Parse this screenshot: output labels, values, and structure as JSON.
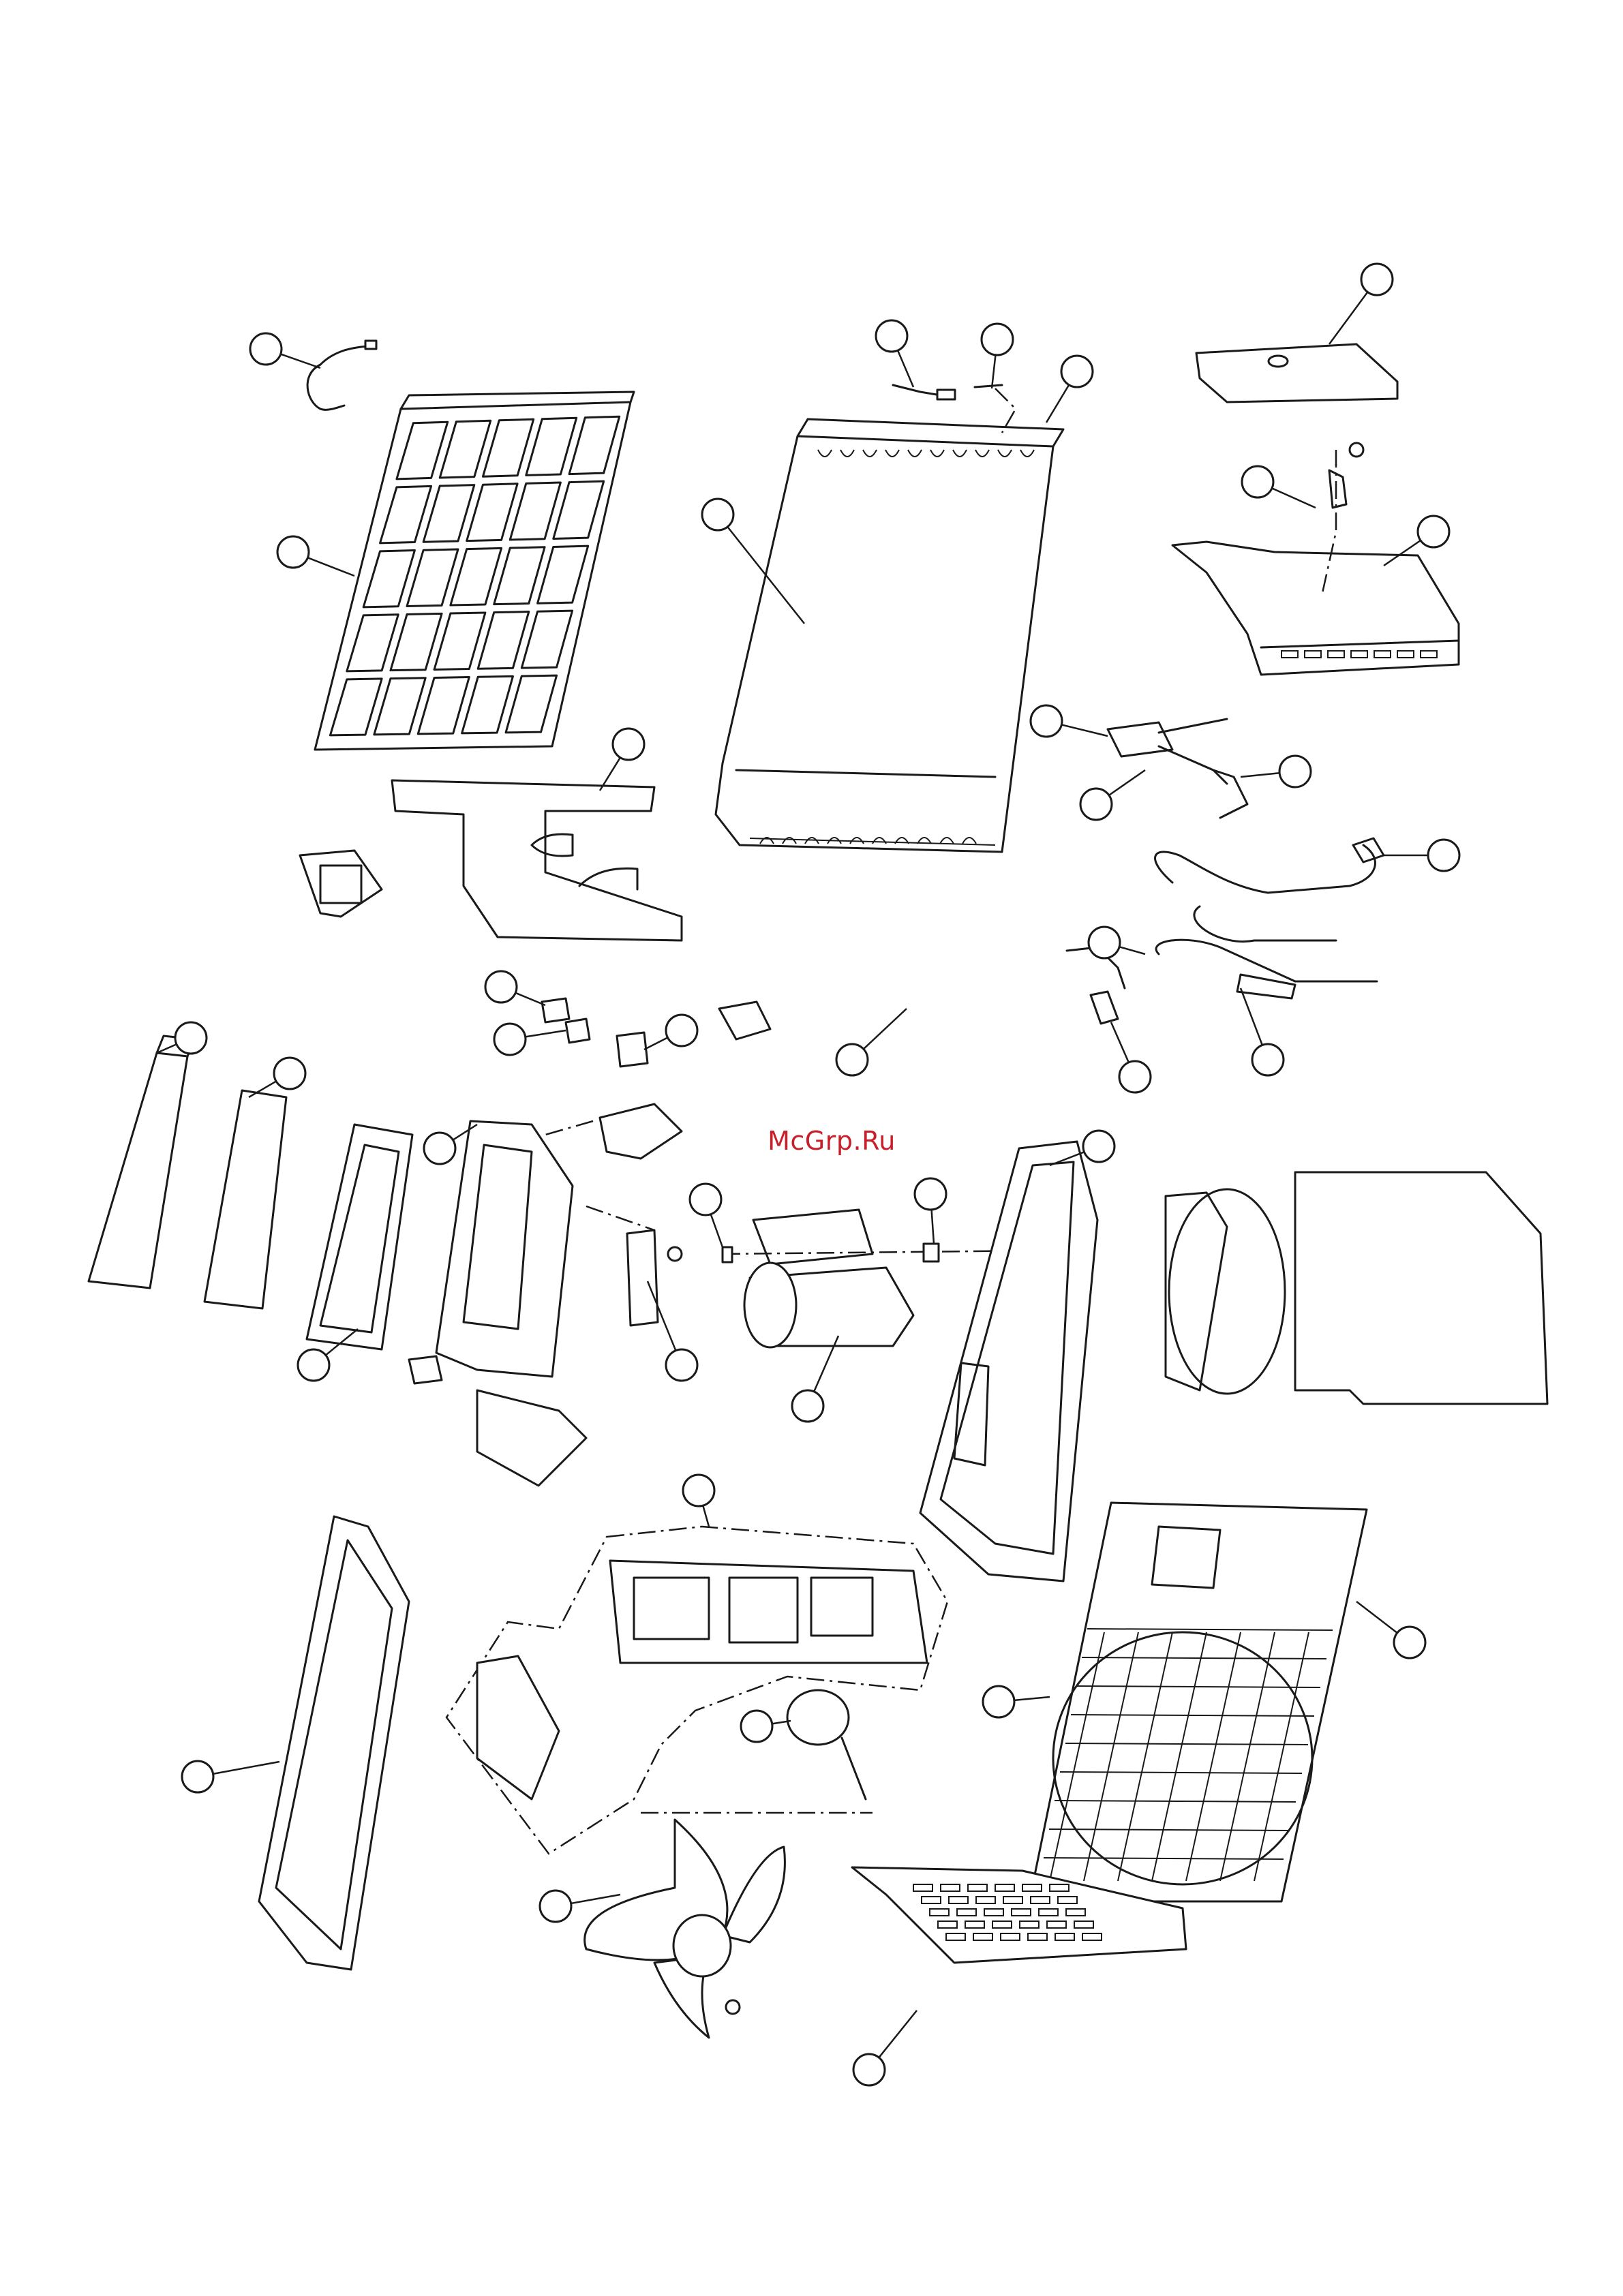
{
  "watermark": {
    "text": "McGrp.Ru",
    "color": "#c8202a"
  },
  "diagram": {
    "type": "exploded-parts-view",
    "callout_count": 37,
    "colors": {
      "line": "#1a1a1a",
      "background": "#ffffff"
    }
  }
}
